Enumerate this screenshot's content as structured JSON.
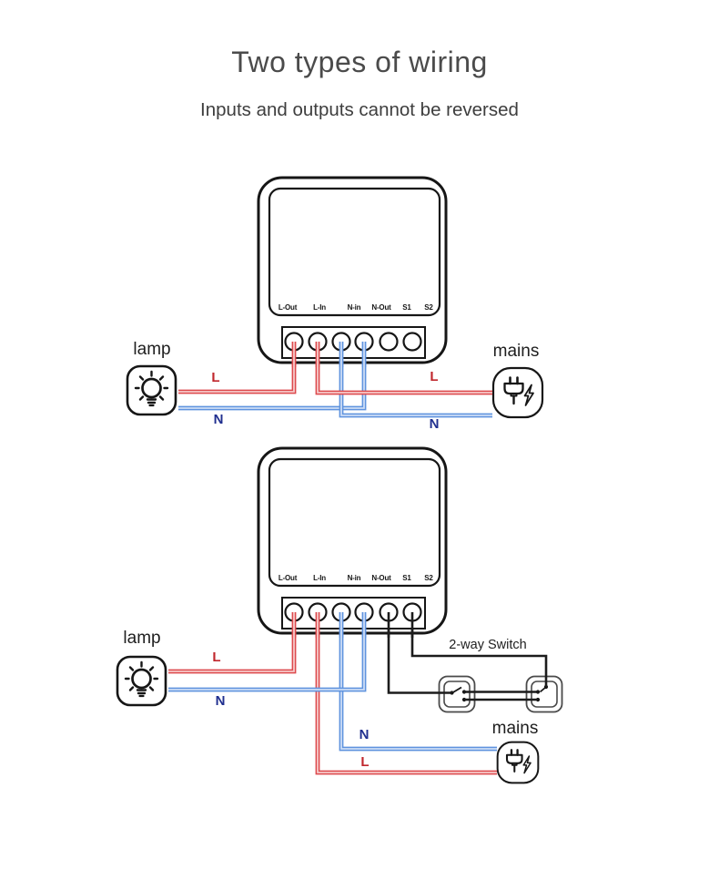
{
  "header": {
    "title": "Two types of wiring",
    "subtitle": "Inputs and outputs cannot be reversed"
  },
  "device": {
    "terminals": [
      "L-Out",
      "L-In",
      "N-in",
      "N-Out",
      "S1",
      "S2"
    ]
  },
  "diagram1": {
    "lamp_label": "lamp",
    "mains_label": "mains",
    "lamp_live_label": "L",
    "lamp_neutral_label": "N",
    "mains_live_label": "L",
    "mains_neutral_label": "N"
  },
  "diagram2": {
    "lamp_label": "lamp",
    "mains_label": "mains",
    "switch_label": "2-way Switch",
    "lamp_live_label": "L",
    "lamp_neutral_label": "N",
    "mains_live_label": "L",
    "mains_neutral_label": "N"
  },
  "colors": {
    "live": "#dd4a4d",
    "live_core": "#f6caca",
    "neutral": "#5f93de",
    "neutral_core": "#cdddf6",
    "switch_wire": "#1c1c1c",
    "switch_border": "#4a4a4a",
    "label_live": "#c0272d",
    "label_neutral": "#202f8f",
    "outline": "#161616",
    "title_text": "#4b4b4b",
    "subtitle_text": "#3e3e3e",
    "label_text": "#1e1e1e"
  }
}
